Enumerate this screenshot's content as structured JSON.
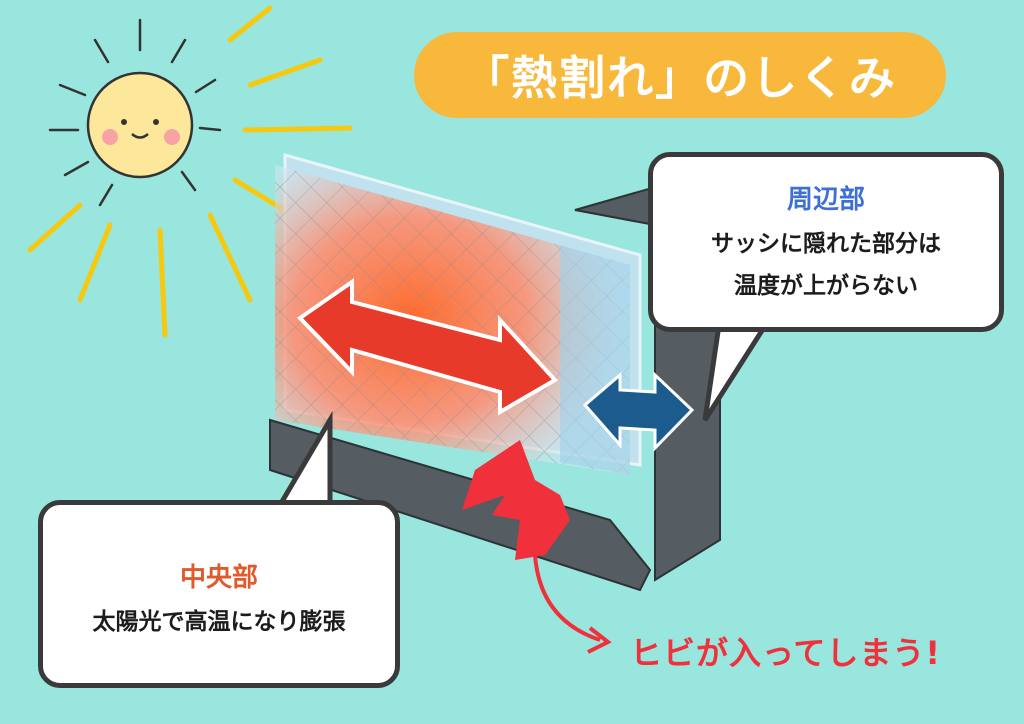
{
  "title": "「熱割れ」のしくみ",
  "peripheral": {
    "heading": "周辺部",
    "lines": [
      "サッシに隠れた部分は",
      "温度が上がらない"
    ]
  },
  "center": {
    "heading": "中央部",
    "lines": [
      "太陽光で高温になり膨張"
    ]
  },
  "crack": {
    "label": "ヒビが入ってしまう!"
  },
  "colors": {
    "background": "#98e6de",
    "title_bg": "#f8b83c",
    "peripheral": "#3d6fd6",
    "center": "#e05a2c",
    "crack": "#f0303a"
  }
}
